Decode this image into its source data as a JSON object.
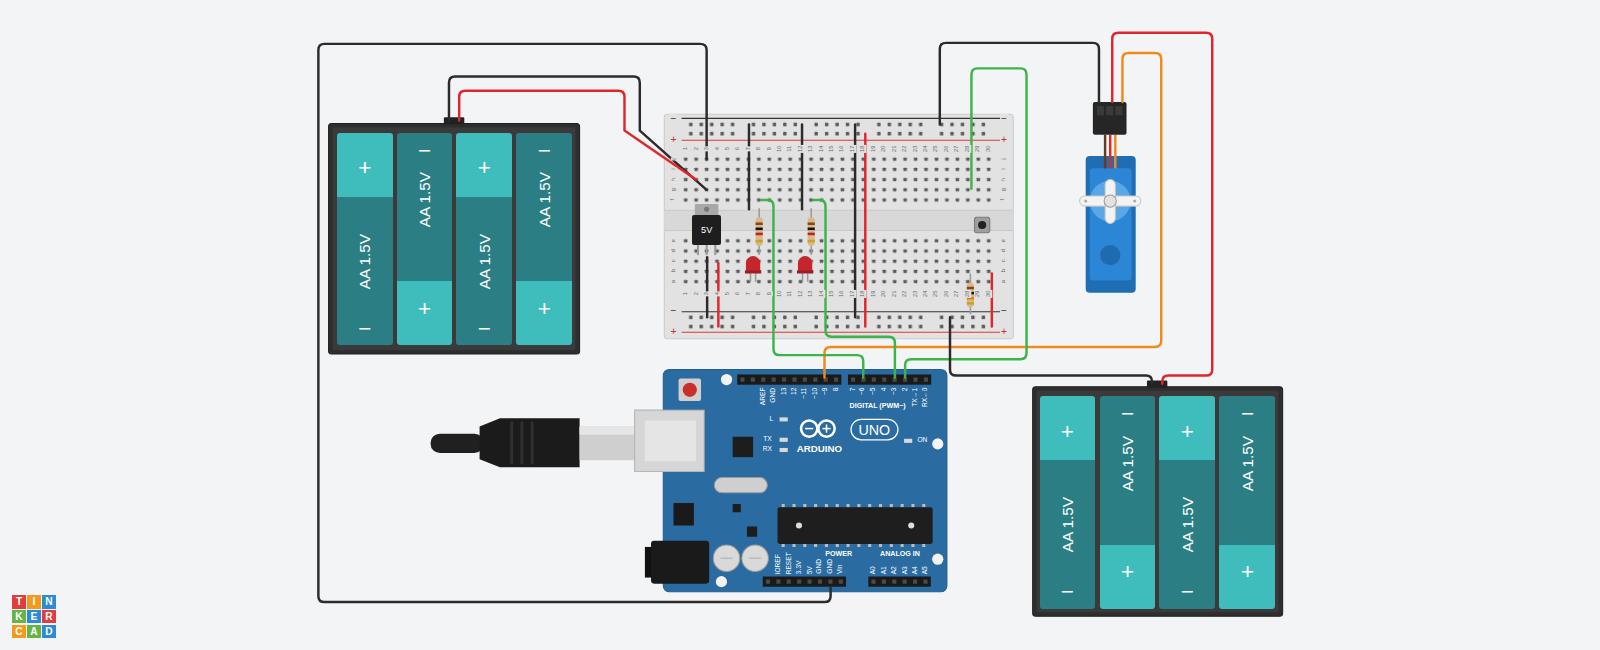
{
  "diagram": {
    "nodes": [
      {
        "text": [
          "+",
          "AA 1.5V",
          "−"
        ]
      },
      {
        "text": [
          "−",
          "AA 1.5V",
          "+"
        ]
      },
      {
        "text": [
          "+",
          "AA 1.5V",
          "−"
        ]
      },
      {
        "text": [
          "−",
          "AA 1.5V",
          "+"
        ]
      },
      {
        "text": [
          "5V"
        ]
      },
      {
        "text": [
          "AREF",
          "GND",
          "13",
          "12",
          "~11",
          "~10",
          "~9",
          "8",
          "7",
          "~6",
          "~5",
          "4",
          "~3",
          "2",
          "TX→1",
          "RX←0",
          "DIGITAL (PWM~)",
          "L",
          "TX",
          "RX",
          "ON",
          "UNO",
          "ARDUINO",
          "IOREF",
          "RESET",
          "3.3V",
          "5V",
          "GND",
          "GND",
          "Vin",
          "POWER",
          "ANALOG IN",
          "A0",
          "A1",
          "A2",
          "A3",
          "A4",
          "A5"
        ]
      },
      {
        "text": [
          "+",
          "AA 1.5V",
          "−"
        ]
      },
      {
        "text": [
          "−",
          "AA 1.5V",
          "+"
        ]
      },
      {
        "text": [
          "+",
          "AA 1.5V",
          "−"
        ]
      },
      {
        "text": [
          "−",
          "AA 1.5V",
          "+"
        ]
      }
    ],
    "labels": [
      "−",
      "+",
      "1",
      "2",
      "3",
      "4",
      "5",
      "6",
      "7",
      "8",
      "9",
      "10",
      "11",
      "12",
      "13",
      "14",
      "15",
      "16",
      "17",
      "18",
      "19",
      "20",
      "21",
      "22",
      "23",
      "24",
      "25",
      "26",
      "27",
      "28",
      "29",
      "30",
      "−",
      "+",
      "j",
      "i",
      "h",
      "g",
      "f",
      "j",
      "i",
      "h",
      "g",
      "f",
      "e",
      "d",
      "c",
      "b",
      "a",
      "e",
      "d",
      "c",
      "b",
      "a",
      "1",
      "2",
      "3",
      "4",
      "5",
      "6",
      "7",
      "8",
      "9",
      "10",
      "11",
      "12",
      "13",
      "14",
      "15",
      "16",
      "17",
      "18",
      "19",
      "20",
      "21",
      "22",
      "23",
      "24",
      "25",
      "26",
      "27",
      "28",
      "29",
      "30",
      "−",
      "+",
      "−",
      "+",
      "T",
      "I",
      "N",
      "K",
      "E",
      "R",
      "C",
      "A",
      "D"
    ]
  }
}
